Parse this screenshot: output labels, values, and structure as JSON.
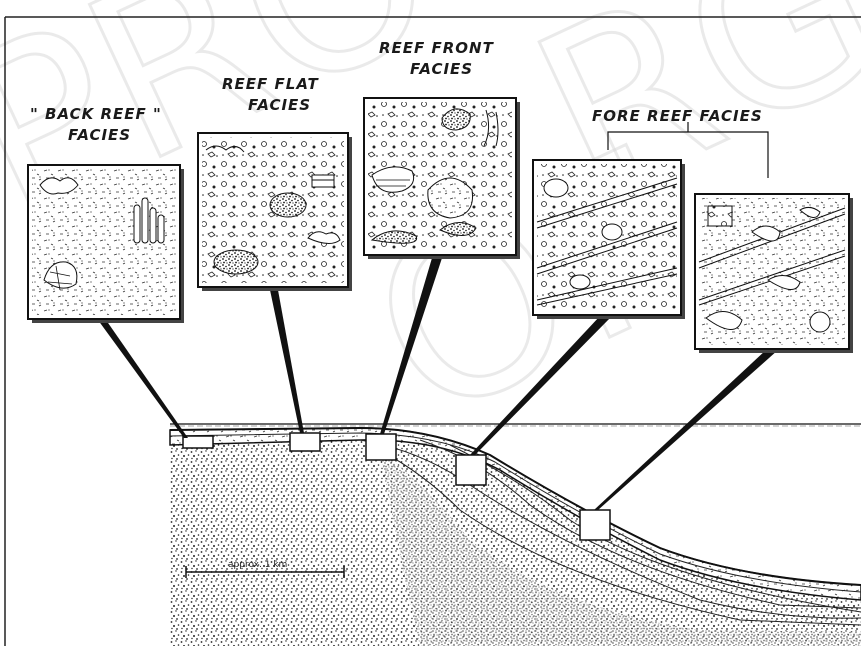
{
  "labels": {
    "back_reef": [
      "\" BACK REEF \"",
      "FACIES"
    ],
    "reef_flat": [
      "REEF FLAT",
      "FACIES"
    ],
    "reef_front": [
      "REEF FRONT",
      "FACIES"
    ],
    "fore_reef": "FORE REEF FACIES"
  },
  "scale_bar": {
    "label": "approx. 1 km"
  },
  "watermark": "PROOF COPY"
}
